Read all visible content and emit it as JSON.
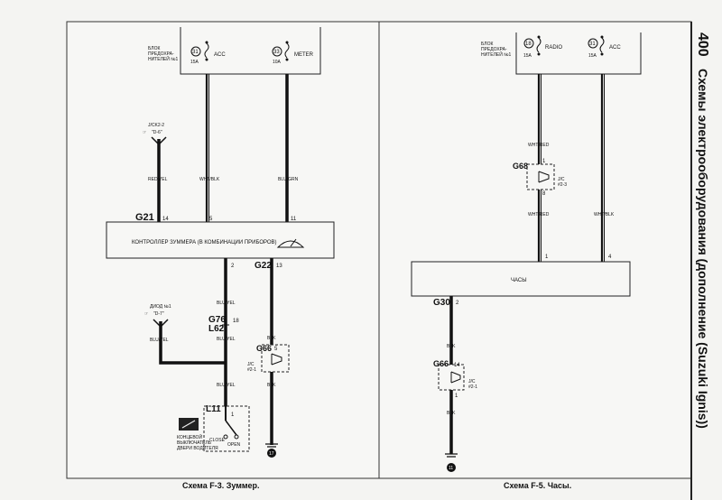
{
  "page_number": "400",
  "side_title": "Схемы электрооборудования (дополнение (Suzuki Ignis))",
  "left": {
    "caption": "Схема F-3. Зуммер.",
    "fuse_block": "БЛОК ПРЕДОХРА-НИТЕЛЕЙ №1",
    "fuse_block_l1": "БЛОК",
    "fuse_block_l2": "ПРЕДОХРА-",
    "fuse_block_l3": "НИТЕЛЕЙ №1",
    "fuse1": {
      "num": "31",
      "amp": "15A",
      "name": "ACC"
    },
    "fuse2": {
      "num": "33",
      "amp": "10A",
      "name": "METER"
    },
    "jck": "J/CK2-2",
    "jck_ref": "\"D-6\"",
    "wire_redyel": "RED/YEL",
    "wire_whtblk": "WHT/BLK",
    "wire_blugrn": "BLU/GRN",
    "conn_g21": "G21",
    "pin_14": "14",
    "pin_5": "5",
    "pin_11": "11",
    "controller": "КОНТРОЛЛЕР ЗУММЕРА (В КОМБИНАЦИИ ПРИБОРОВ)",
    "conn_g22": "G22",
    "pin_2": "2",
    "pin_13": "13",
    "wire_bluyel": "BLU/YEL",
    "diode": "ДИОД №1",
    "diode_ref": "\"D-7\"",
    "conn_g76": "G76",
    "conn_l62": "L62",
    "pin_18": "18",
    "wire_blk": "BLK",
    "conn_g66": "G66",
    "jc": "J/C",
    "jc_num": "#2-1",
    "conn_l11": "L11",
    "pin_1": "1",
    "switch_l1": "КОНЦЕВОЙ",
    "switch_l2": "ВЫКЛЮЧАТЕЛЬ",
    "switch_l3": "ДВЕРИ ВОДИТЕЛЯ",
    "close": "CLOSE",
    "open": "OPEN",
    "ground": "17"
  },
  "right": {
    "caption": "Схема F-5. Часы.",
    "fuse_block_l1": "БЛОК",
    "fuse_block_l2": "ПРЕДОХРА-",
    "fuse_block_l3": "НИТЕЛЕЙ №1",
    "fuse1": {
      "num": "18",
      "amp": "15A",
      "name": "RADIO"
    },
    "fuse2": {
      "num": "31",
      "amp": "15A",
      "name": "ACC"
    },
    "wire_whtred": "WHT/RED",
    "wire_whtblk": "WHT/BLK",
    "conn_g68": "G68",
    "jc": "J/C",
    "jc_num": "#2-3",
    "pin_1": "1",
    "pin_8": "8",
    "pin_4": "4",
    "clock": "ЧАСЫ",
    "conn_g30": "G30",
    "pin_2": "2",
    "wire_blk": "BLK",
    "conn_g66": "G66",
    "pin_14": "14",
    "jc2_num": "#2-1",
    "ground": "11"
  }
}
